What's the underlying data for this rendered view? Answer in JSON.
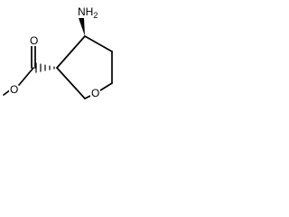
{
  "molecule": {
    "labels": {
      "amine_main": "NH",
      "amine_sub": "2",
      "carbonyl_oxygen": "O",
      "ester_oxygen": "O",
      "ring_oxygen": "O"
    },
    "colors": {
      "bond": "#000000",
      "background": "#ffffff"
    }
  }
}
